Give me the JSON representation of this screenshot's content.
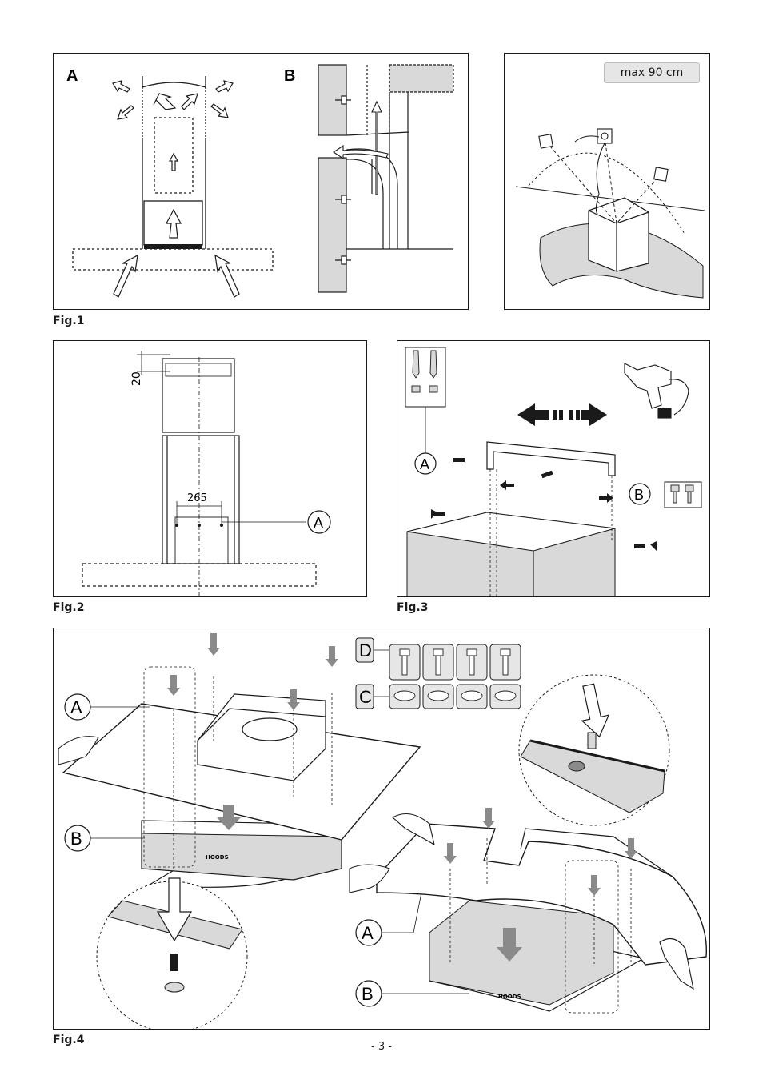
{
  "fig1": {
    "label": "Fig.1",
    "panel_a_letter": "A",
    "panel_b_letter": "B",
    "max_distance": "max 90 cm"
  },
  "fig2": {
    "label": "Fig.2",
    "dim_top": "20",
    "dim_width": "265",
    "callout_a": "A"
  },
  "fig3": {
    "label": "Fig.3",
    "callout_a": "A",
    "callout_b": "B"
  },
  "fig4": {
    "label": "Fig.4",
    "callout_a_top": "A",
    "callout_b_top": "B",
    "callout_a_bottom": "A",
    "callout_b_bottom": "B",
    "callout_c": "C",
    "callout_d": "D",
    "hood_label": "HOODS"
  },
  "page_number": "- 3 -",
  "colors": {
    "line": "#1a1a1a",
    "fill_gray": "#d9d9d9",
    "arrow_gray": "#8a8a8a",
    "bg": "#ffffff"
  },
  "icons": [
    "wall-plug-icon",
    "screw-icon",
    "drill-icon",
    "hand-icon",
    "washer-icon",
    "air-flow-arrow-icon"
  ]
}
